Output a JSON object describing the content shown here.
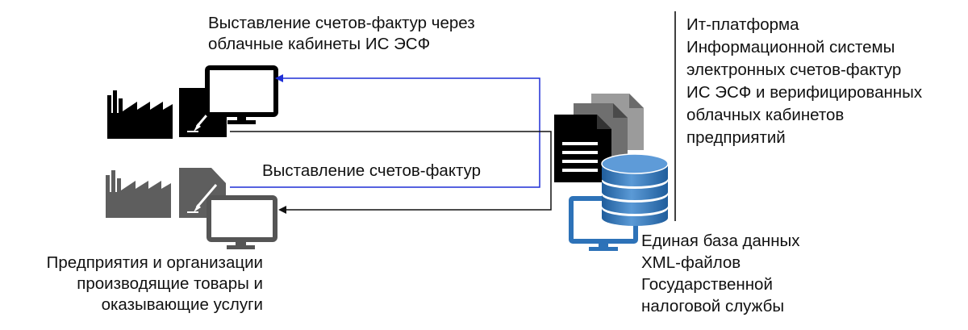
{
  "labels": {
    "top_flow": [
      "Выставление счетов-фактур через",
      "облачные кабинеты ИС ЭСФ"
    ],
    "bottom_flow": "Выставление счетов-фактур",
    "platform": [
      "Ит-платформа",
      "Информационной системы",
      "электронных счетов-фактур",
      "ИС ЭСФ и верифицированных",
      "облачных кабинетов",
      "предприятий"
    ],
    "enterprises": [
      "Предприятия и организации",
      "производящие товары и",
      "оказывающие услуги"
    ],
    "database": [
      "Единая база данных",
      "XML-файлов",
      "Государственной",
      "налоговой службы"
    ]
  },
  "colors": {
    "arrow_blue": "#1f2fd6",
    "arrow_black": "#111111",
    "factory_dark": "#000000",
    "factory_grey": "#5e5e5e",
    "monitor_blue": "#2d72b8",
    "db_blue": "#3a7bc0",
    "doc_grey": "#7a7a7a"
  },
  "icons": [
    "factory-icon",
    "document-sign-icon",
    "monitor-icon",
    "documents-stack-icon",
    "database-icon"
  ]
}
